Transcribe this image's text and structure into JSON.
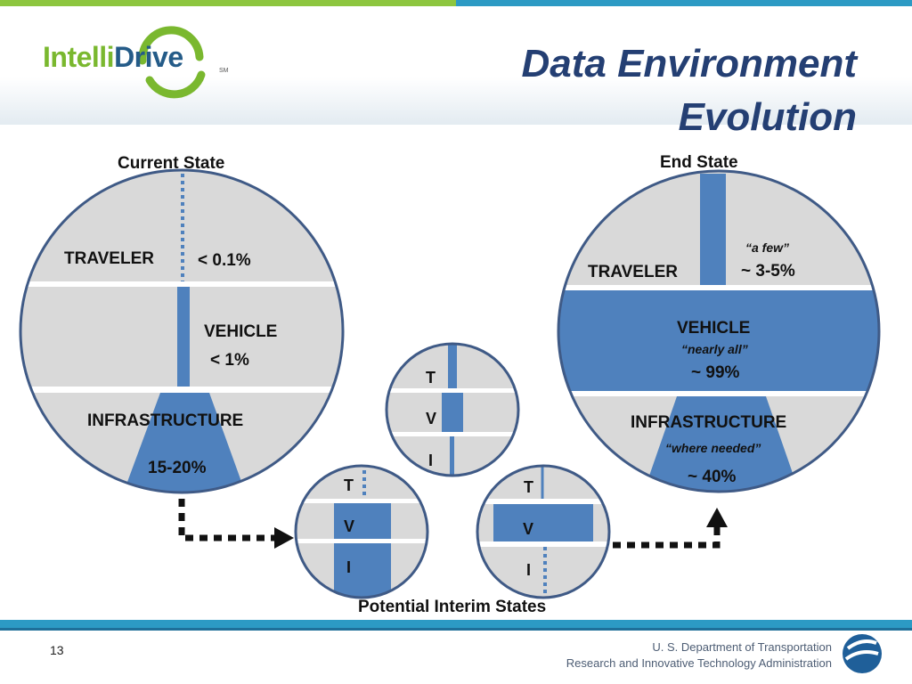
{
  "slide": {
    "title_line1": "Data Environment",
    "title_line2": "Evolution",
    "logo_intelli": "Intelli",
    "logo_drive": "Drive",
    "logo_sm": "SM",
    "page_number": "13",
    "footer_line1": "U. S. Department of Transportation",
    "footer_line2": "Research and Innovative Technology Administration"
  },
  "colors": {
    "circle_fill": "#d9d9d9",
    "circle_stroke": "#3f5a86",
    "bar_blue": "#4f81bd",
    "dotted_blue": "#4f81bd"
  },
  "current_state": {
    "heading": "Current State",
    "traveler_label": "TRAVELER",
    "traveler_value": "< 0.1%",
    "vehicle_label": "VEHICLE",
    "vehicle_value": "< 1%",
    "infrastructure_label": "INFRASTRUCTURE",
    "infrastructure_value": "15-20%"
  },
  "end_state": {
    "heading": "End State",
    "traveler_label": "TRAVELER",
    "traveler_note": "“a few”",
    "traveler_value": "~ 3-5%",
    "vehicle_label": "VEHICLE",
    "vehicle_note": "“nearly all”",
    "vehicle_value": "~ 99%",
    "infrastructure_label": "INFRASTRUCTURE",
    "infrastructure_note": "“where needed”",
    "infrastructure_value": "~ 40%"
  },
  "interim": {
    "heading": "Potential Interim States",
    "center": {
      "t": "T",
      "v": "V",
      "i": "I"
    },
    "left": {
      "t": "T",
      "v": "V",
      "i": "I"
    },
    "right": {
      "t": "T",
      "v": "V",
      "i": "I"
    }
  }
}
